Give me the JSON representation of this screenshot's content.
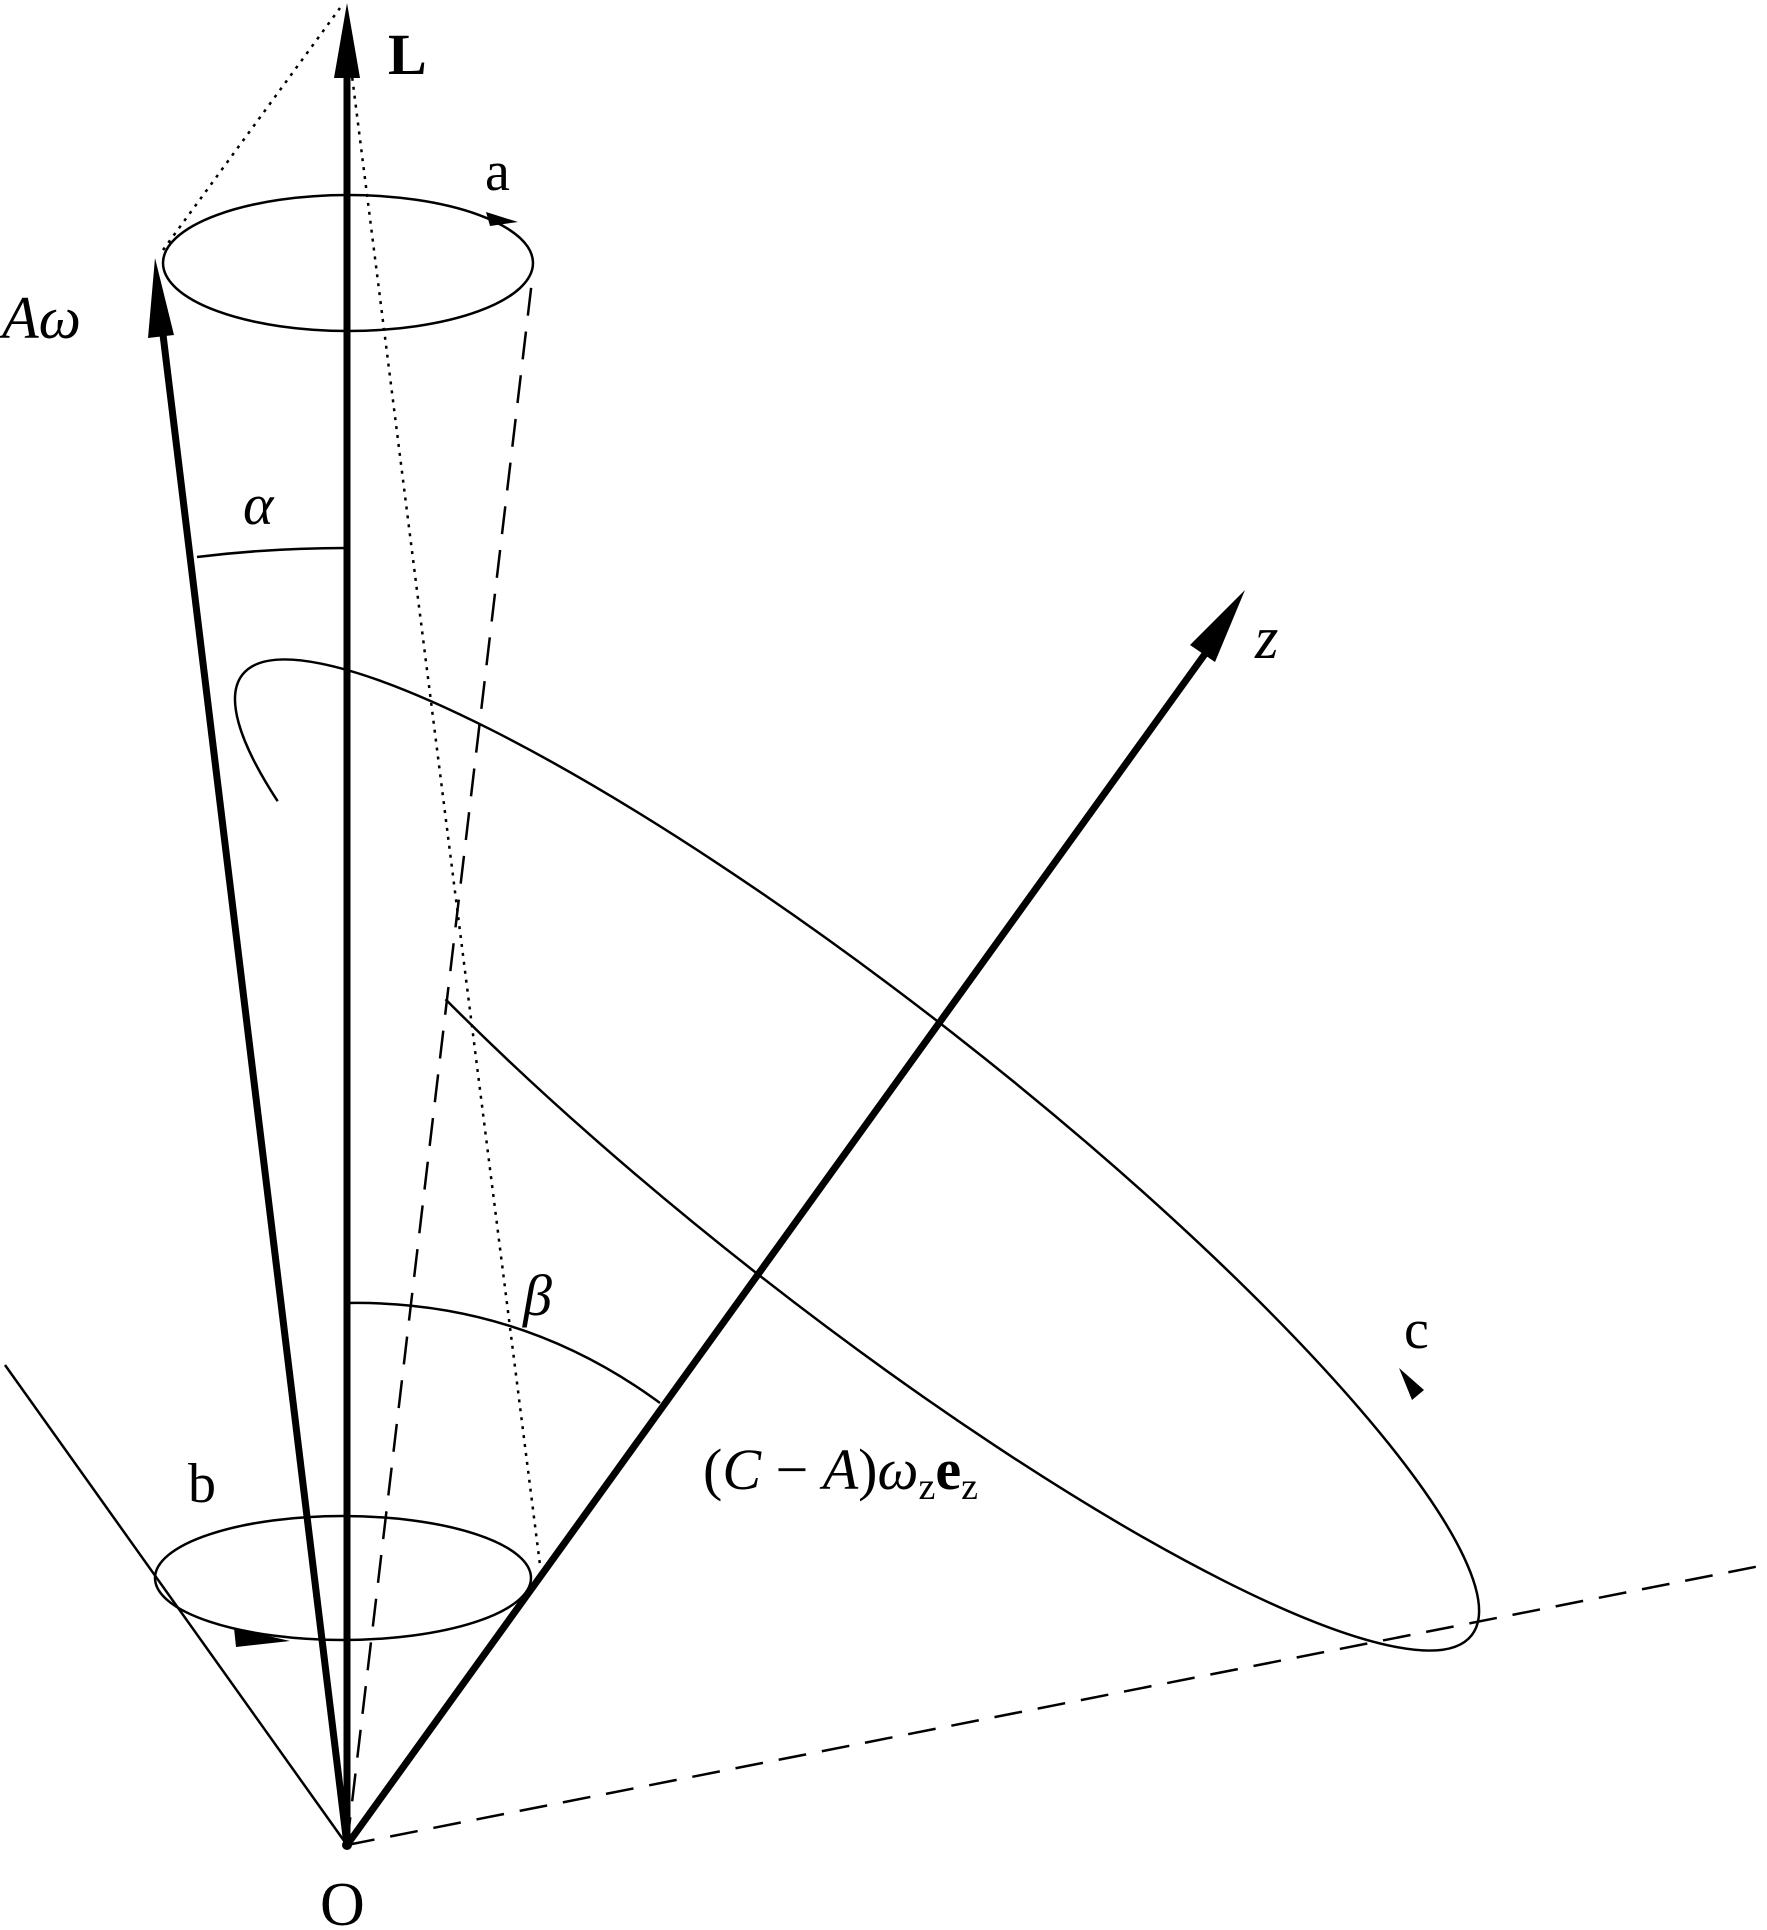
{
  "colors": {
    "ink": "#000000",
    "background": "#ffffff"
  },
  "labels": {
    "L": "L",
    "a": "a",
    "A": "A",
    "omega": "ω",
    "alpha": "α",
    "z": "z",
    "beta": "β",
    "c": "c",
    "b": "b",
    "O": "O",
    "open_paren": "(",
    "C": "C",
    "minus": " − ",
    "close_paren": ")",
    "omega2": "ω",
    "sub_z1": "z",
    "e": "e",
    "sub_z2": "z"
  }
}
